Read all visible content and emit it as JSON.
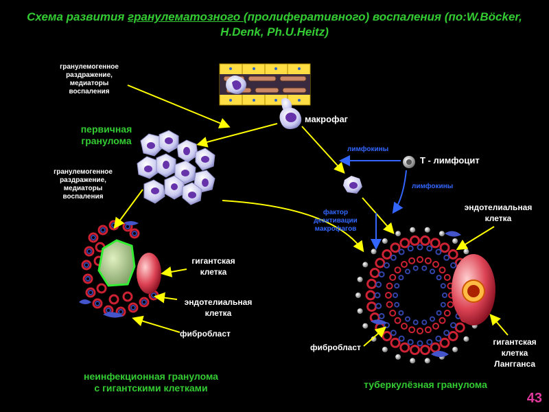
{
  "title": {
    "prefix": "Схема развития ",
    "link": "гранулематозного ",
    "rest": "(пролиферативного) воспаления (по:W.Böcker,",
    "line2": "H.Denk, Ph.U.Heitz)"
  },
  "labels": {
    "stimulus_top": [
      "гранулемогенное",
      "раздражение,",
      "медиаторы",
      "воспаления"
    ],
    "stimulus_mid": [
      "гранулемогенное",
      "раздражение,",
      "медиаторы",
      "воспаления"
    ],
    "primary_granuloma": [
      "первичная",
      "гранулома"
    ],
    "macrophage": "макрофаг",
    "lymphokines_top": "лимфокины",
    "t_lymphocyte": "Т - лимфоцит",
    "lymphokines_bottom": "лимфокины",
    "deactivation_factor": [
      "фактор",
      "деактивации",
      "макрофагов"
    ],
    "endothelial_right": [
      "эндотелиальная",
      "клетка"
    ],
    "giant_cell_left": [
      "гигантская",
      "клетка"
    ],
    "endothelial_left": [
      "эндотелиальная",
      "клетка"
    ],
    "fibroblast_left": "фибробласт",
    "fibroblast_right": "фибробласт",
    "langhans": [
      "гигантская",
      "клетка",
      "Лангганса"
    ],
    "noninfectious": [
      "неинфекционная гранулома",
      "с гигантскими клетками"
    ],
    "tuberculous": "туберкулёзная гранулома"
  },
  "page_number": "43",
  "colors": {
    "title": "#33cc33",
    "arrow_yellow": "#ffff00",
    "arrow_blue": "#3366ff",
    "cell_purple": "#6633aa",
    "cell_light": "#c8c8f0",
    "giant_cell_red": "#cc3344",
    "page_number": "#e03a9e"
  }
}
